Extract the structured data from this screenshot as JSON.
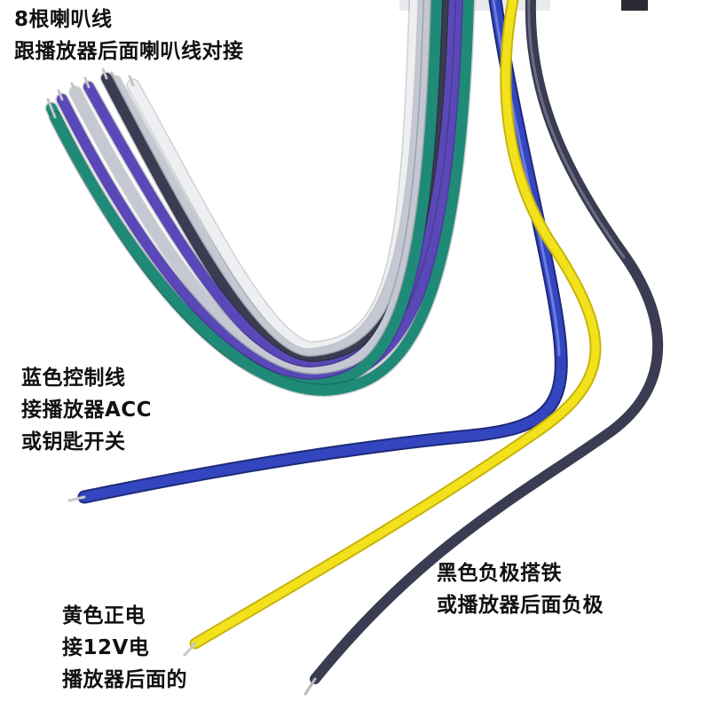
{
  "annotations": {
    "speaker_wires": {
      "lines": [
        "8根喇叭线",
        "跟播放器后面喇叭线对接"
      ]
    },
    "blue_wire": {
      "lines": [
        "蓝色控制线",
        "接播放器ACC",
        "或钥匙开关"
      ]
    },
    "black_wire": {
      "lines": [
        "黑色负极搭铁",
        "或播放器后面负极"
      ]
    },
    "yellow_wire": {
      "lines": [
        "黄色正电",
        "接12V电",
        "播放器后面的"
      ]
    }
  },
  "colors": {
    "background": "#ffffff",
    "text": "#111111",
    "blue_wire": "#3346c0",
    "yellow_wire": "#f2e21c",
    "black_wire": "#3a3c52",
    "teal_wire": "#1f8a78",
    "purple_wire": "#5a48b8",
    "gray_wire": "#c3c8d2",
    "white_wire": "#eeeff3"
  }
}
